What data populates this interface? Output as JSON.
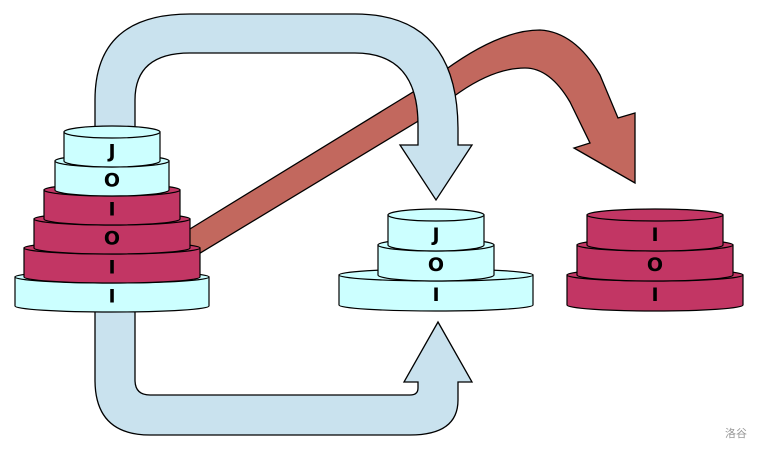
{
  "colors": {
    "light_disc": "#ccffff",
    "dark_disc": "#c23664",
    "blue_arrow": "#c9e2ee",
    "red_arrow": "#c2685e",
    "outline": "#000000"
  },
  "stacks": {
    "source": {
      "name": "source-stack",
      "discs": [
        {
          "label": "J",
          "type": "light"
        },
        {
          "label": "O",
          "type": "light"
        },
        {
          "label": "I",
          "type": "dark"
        },
        {
          "label": "O",
          "type": "dark"
        },
        {
          "label": "I",
          "type": "dark"
        },
        {
          "label": "I",
          "type": "light"
        }
      ]
    },
    "middle": {
      "name": "middle-stack",
      "discs": [
        {
          "label": "J",
          "type": "light"
        },
        {
          "label": "O",
          "type": "light"
        },
        {
          "label": "I",
          "type": "light"
        }
      ]
    },
    "right": {
      "name": "right-stack",
      "discs": [
        {
          "label": "I",
          "type": "dark"
        },
        {
          "label": "O",
          "type": "dark"
        },
        {
          "label": "I",
          "type": "dark"
        }
      ]
    }
  },
  "arrows": [
    {
      "name": "top-blue-arrow",
      "from": "source top discs (J, O)",
      "to": "middle-stack"
    },
    {
      "name": "red-arrow",
      "from": "source middle discs (I, O, I)",
      "to": "right-stack"
    },
    {
      "name": "bottom-blue-arrow",
      "from": "source bottom disc (I)",
      "to": "middle-stack"
    }
  ],
  "watermark": "洛谷"
}
